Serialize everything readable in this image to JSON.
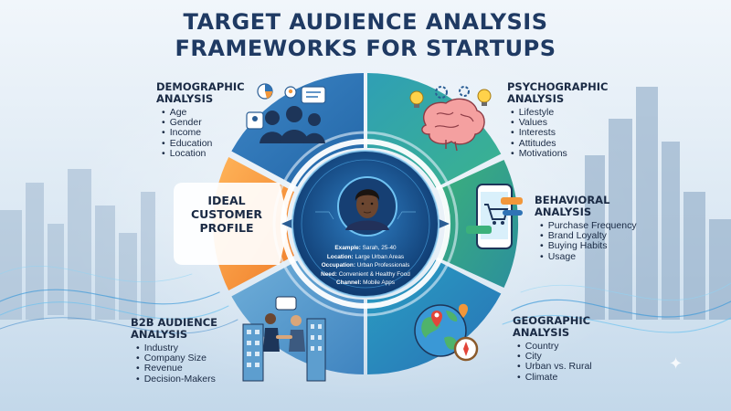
{
  "title": {
    "line1": "TARGET AUDIENCE ANALYSIS",
    "line2": "FRAMEWORKS FOR STARTUPS"
  },
  "center": {
    "label": [
      "IDEAL",
      "CUSTOMER",
      "PROFILE"
    ],
    "persona": [
      {
        "key": "Example:",
        "value": "Sarah, 25-40"
      },
      {
        "key": "Location:",
        "value": "Large Urban Areas"
      },
      {
        "key": "Occupation:",
        "value": "Urban Professionals"
      },
      {
        "key": "Need:",
        "value": "Convenient & Healthy Food"
      },
      {
        "key": "Channel:",
        "value": "Mobile Apps"
      }
    ]
  },
  "segments": {
    "demographic": {
      "heading": [
        "DEMOGRAPHIC",
        "ANALYSIS"
      ],
      "items": [
        "Age",
        "Gender",
        "Income",
        "Education",
        "Location"
      ],
      "color": "#2f73b5"
    },
    "psychographic": {
      "heading": [
        "PSYCHOGRAPHIC",
        "ANALYSIS"
      ],
      "items": [
        "Lifestyle",
        "Values",
        "Interests",
        "Attitudes",
        "Motivations"
      ],
      "color": "#2aa3a8"
    },
    "behavioral": {
      "heading": [
        "BEHAVIORAL",
        "ANALYSIS"
      ],
      "items": [
        "Purchase Frequency",
        "Brand Loyalty",
        "Buying Habits",
        "Usage"
      ],
      "color": "#33a86a"
    },
    "geographic": {
      "heading": [
        "GEOGRAPHIC",
        "ANALYSIS"
      ],
      "items": [
        "Country",
        "City",
        "Urban vs. Rural",
        "Climate"
      ],
      "color": "#1f8fb4"
    },
    "b2b": {
      "heading": [
        "B2B AUDIENCE",
        "ANALYSIS"
      ],
      "items": [
        "Industry",
        "Company Size",
        "Revenue",
        "Decision-Makers"
      ],
      "color": "#5d9ecf"
    },
    "ideal": {
      "color": "#f2973a"
    }
  },
  "icons": [
    "people-icon",
    "brain-icon",
    "phone-cart-icon",
    "globe-pin-icon",
    "handshake-icon",
    "persona-avatar",
    "sparkle-icon"
  ]
}
